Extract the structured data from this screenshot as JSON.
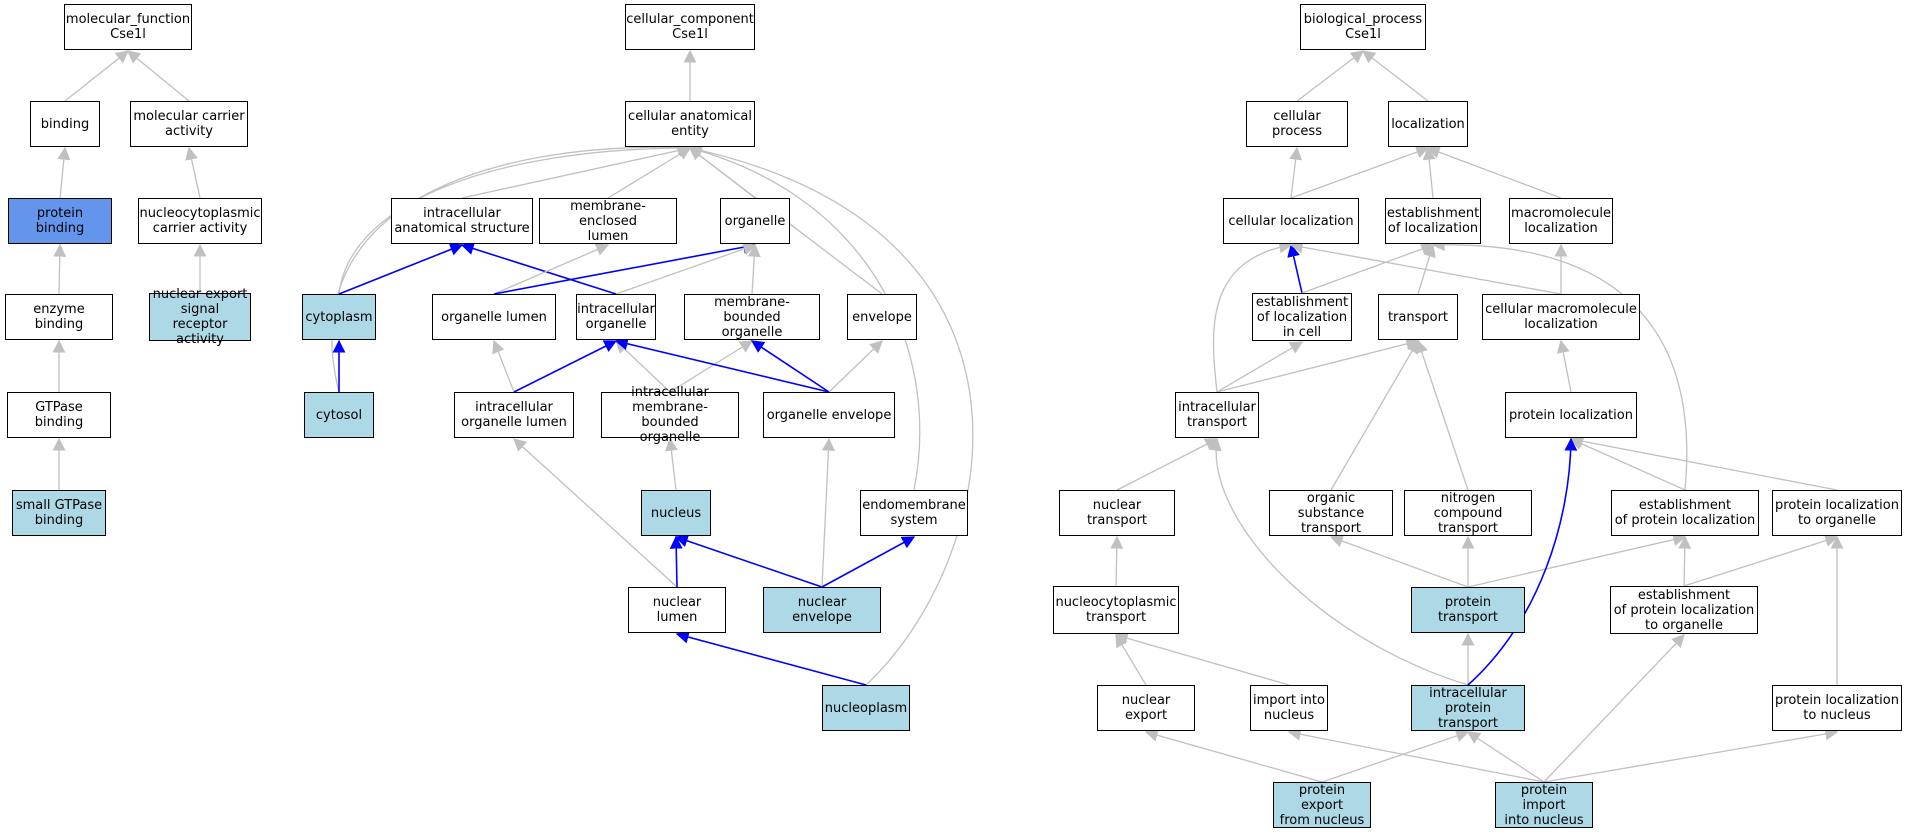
{
  "colors": {
    "default_fill": "#ffffff",
    "highlight_fill": "#add8e6",
    "selected_fill": "#6495ed",
    "edge_gray": "#c0c0c0",
    "edge_blue": "#0000ff"
  },
  "nodes": [
    {
      "id": "mf",
      "label": "molecular_function\nCse1l",
      "fill": "white"
    },
    {
      "id": "binding",
      "label": "binding",
      "fill": "white"
    },
    {
      "id": "mca",
      "label": "molecular carrier\nactivity",
      "fill": "white"
    },
    {
      "id": "pb",
      "label": "protein binding",
      "fill": "selected"
    },
    {
      "id": "nca",
      "label": "nucleocytoplasmic\ncarrier activity",
      "fill": "white"
    },
    {
      "id": "eb",
      "label": "enzyme binding",
      "fill": "white"
    },
    {
      "id": "nes",
      "label": "nuclear export\nsignal receptor\nactivity",
      "fill": "highlight"
    },
    {
      "id": "gb",
      "label": "GTPase binding",
      "fill": "white"
    },
    {
      "id": "sgb",
      "label": "small GTPase\nbinding",
      "fill": "highlight"
    },
    {
      "id": "cc",
      "label": "cellular_component\nCse1l",
      "fill": "white"
    },
    {
      "id": "cae",
      "label": "cellular anatomical\nentity",
      "fill": "white"
    },
    {
      "id": "ias",
      "label": "intracellular\nanatomical structure",
      "fill": "white"
    },
    {
      "id": "mel",
      "label": "membrane-enclosed\nlumen",
      "fill": "white"
    },
    {
      "id": "org",
      "label": "organelle",
      "fill": "white"
    },
    {
      "id": "cyto",
      "label": "cytoplasm",
      "fill": "highlight"
    },
    {
      "id": "ol",
      "label": "organelle lumen",
      "fill": "white"
    },
    {
      "id": "io",
      "label": "intracellular\norganelle",
      "fill": "white"
    },
    {
      "id": "mbo",
      "label": "membrane-bounded\norganelle",
      "fill": "white"
    },
    {
      "id": "env",
      "label": "envelope",
      "fill": "white"
    },
    {
      "id": "cytosol",
      "label": "cytosol",
      "fill": "highlight"
    },
    {
      "id": "iol",
      "label": "intracellular\norganelle lumen",
      "fill": "white"
    },
    {
      "id": "imbo",
      "label": "intracellular\nmembrane-bounded\norganelle",
      "fill": "white"
    },
    {
      "id": "oe",
      "label": "organelle envelope",
      "fill": "white"
    },
    {
      "id": "nuc",
      "label": "nucleus",
      "fill": "highlight"
    },
    {
      "id": "ems",
      "label": "endomembrane\nsystem",
      "fill": "white"
    },
    {
      "id": "nl",
      "label": "nuclear lumen",
      "fill": "white"
    },
    {
      "id": "ne",
      "label": "nuclear envelope",
      "fill": "highlight"
    },
    {
      "id": "np",
      "label": "nucleoplasm",
      "fill": "highlight"
    },
    {
      "id": "bp",
      "label": "biological_process\nCse1l",
      "fill": "white"
    },
    {
      "id": "cp",
      "label": "cellular process",
      "fill": "white"
    },
    {
      "id": "loc",
      "label": "localization",
      "fill": "white"
    },
    {
      "id": "cl",
      "label": "cellular localization",
      "fill": "white"
    },
    {
      "id": "eol",
      "label": "establishment\nof localization",
      "fill": "white"
    },
    {
      "id": "mml",
      "label": "macromolecule\nlocalization",
      "fill": "white"
    },
    {
      "id": "elc",
      "label": "establishment\nof localization\nin cell",
      "fill": "white"
    },
    {
      "id": "tr",
      "label": "transport",
      "fill": "white"
    },
    {
      "id": "cml",
      "label": "cellular macromolecule\nlocalization",
      "fill": "white"
    },
    {
      "id": "it",
      "label": "intracellular\ntransport",
      "fill": "white"
    },
    {
      "id": "pl",
      "label": "protein localization",
      "fill": "white"
    },
    {
      "id": "nt",
      "label": "nuclear transport",
      "fill": "white"
    },
    {
      "id": "ost",
      "label": "organic substance\ntransport",
      "fill": "white"
    },
    {
      "id": "nct",
      "label": "nitrogen compound\ntransport",
      "fill": "white"
    },
    {
      "id": "epl",
      "label": "establishment\nof protein localization",
      "fill": "white"
    },
    {
      "id": "plo",
      "label": "protein localization\nto organelle",
      "fill": "white"
    },
    {
      "id": "ncyt",
      "label": "nucleocytoplasmic\ntransport",
      "fill": "white"
    },
    {
      "id": "pt",
      "label": "protein transport",
      "fill": "highlight"
    },
    {
      "id": "eplo",
      "label": "establishment\nof protein localization\nto organelle",
      "fill": "white"
    },
    {
      "id": "nex",
      "label": "nuclear export",
      "fill": "white"
    },
    {
      "id": "iin",
      "label": "import into\nnucleus",
      "fill": "white"
    },
    {
      "id": "ipt",
      "label": "intracellular\nprotein transport",
      "fill": "highlight"
    },
    {
      "id": "pln",
      "label": "protein localization\nto nucleus",
      "fill": "white"
    },
    {
      "id": "pen",
      "label": "protein export\nfrom nucleus",
      "fill": "highlight"
    },
    {
      "id": "pin",
      "label": "protein import\ninto nucleus",
      "fill": "highlight"
    }
  ],
  "edges": [
    {
      "from": "binding",
      "to": "mf",
      "color": "gray"
    },
    {
      "from": "mca",
      "to": "mf",
      "color": "gray"
    },
    {
      "from": "pb",
      "to": "binding",
      "color": "gray"
    },
    {
      "from": "nca",
      "to": "mca",
      "color": "gray"
    },
    {
      "from": "eb",
      "to": "pb",
      "color": "gray"
    },
    {
      "from": "nes",
      "to": "nca",
      "color": "gray"
    },
    {
      "from": "gb",
      "to": "eb",
      "color": "gray"
    },
    {
      "from": "sgb",
      "to": "gb",
      "color": "gray"
    },
    {
      "from": "cae",
      "to": "cc",
      "color": "gray"
    },
    {
      "from": "ias",
      "to": "cae",
      "color": "gray"
    },
    {
      "from": "mel",
      "to": "cae",
      "color": "gray"
    },
    {
      "from": "org",
      "to": "cae",
      "color": "gray"
    },
    {
      "from": "cyto",
      "to": "cae",
      "color": "gray"
    },
    {
      "from": "cytosol",
      "to": "cae",
      "color": "gray"
    },
    {
      "from": "env",
      "to": "cae",
      "color": "gray"
    },
    {
      "from": "ems",
      "to": "cae",
      "color": "gray"
    },
    {
      "from": "np",
      "to": "cae",
      "color": "gray"
    },
    {
      "from": "cyto",
      "to": "ias",
      "color": "blue"
    },
    {
      "from": "io",
      "to": "ias",
      "color": "blue"
    },
    {
      "from": "ol",
      "to": "mel",
      "color": "gray"
    },
    {
      "from": "ol",
      "to": "org",
      "color": "blue"
    },
    {
      "from": "io",
      "to": "org",
      "color": "gray"
    },
    {
      "from": "mbo",
      "to": "org",
      "color": "gray"
    },
    {
      "from": "cytosol",
      "to": "cyto",
      "color": "blue"
    },
    {
      "from": "iol",
      "to": "ol",
      "color": "gray"
    },
    {
      "from": "iol",
      "to": "io",
      "color": "blue"
    },
    {
      "from": "imbo",
      "to": "io",
      "color": "gray"
    },
    {
      "from": "imbo",
      "to": "mbo",
      "color": "gray"
    },
    {
      "from": "oe",
      "to": "io",
      "color": "blue"
    },
    {
      "from": "oe",
      "to": "mbo",
      "color": "blue"
    },
    {
      "from": "oe",
      "to": "env",
      "color": "gray"
    },
    {
      "from": "nuc",
      "to": "imbo",
      "color": "gray"
    },
    {
      "from": "nl",
      "to": "iol",
      "color": "gray"
    },
    {
      "from": "nl",
      "to": "nuc",
      "color": "blue"
    },
    {
      "from": "ne",
      "to": "nuc",
      "color": "blue"
    },
    {
      "from": "ne",
      "to": "oe",
      "color": "gray"
    },
    {
      "from": "ne",
      "to": "ems",
      "color": "blue"
    },
    {
      "from": "np",
      "to": "nl",
      "color": "blue"
    },
    {
      "from": "cp",
      "to": "bp",
      "color": "gray"
    },
    {
      "from": "loc",
      "to": "bp",
      "color": "gray"
    },
    {
      "from": "cl",
      "to": "cp",
      "color": "gray"
    },
    {
      "from": "cl",
      "to": "loc",
      "color": "gray"
    },
    {
      "from": "eol",
      "to": "loc",
      "color": "gray"
    },
    {
      "from": "mml",
      "to": "loc",
      "color": "gray"
    },
    {
      "from": "elc",
      "to": "cl",
      "color": "blue"
    },
    {
      "from": "elc",
      "to": "eol",
      "color": "gray"
    },
    {
      "from": "tr",
      "to": "eol",
      "color": "gray"
    },
    {
      "from": "cml",
      "to": "cl",
      "color": "gray"
    },
    {
      "from": "cml",
      "to": "mml",
      "color": "gray"
    },
    {
      "from": "it",
      "to": "cl",
      "color": "gray"
    },
    {
      "from": "it",
      "to": "elc",
      "color": "gray"
    },
    {
      "from": "it",
      "to": "tr",
      "color": "gray"
    },
    {
      "from": "pl",
      "to": "cml",
      "color": "gray"
    },
    {
      "from": "nt",
      "to": "it",
      "color": "gray"
    },
    {
      "from": "ost",
      "to": "tr",
      "color": "gray"
    },
    {
      "from": "nct",
      "to": "tr",
      "color": "gray"
    },
    {
      "from": "epl",
      "to": "pl",
      "color": "gray"
    },
    {
      "from": "epl",
      "to": "eol",
      "color": "gray"
    },
    {
      "from": "plo",
      "to": "pl",
      "color": "gray"
    },
    {
      "from": "ncyt",
      "to": "nt",
      "color": "gray"
    },
    {
      "from": "pt",
      "to": "ost",
      "color": "gray"
    },
    {
      "from": "pt",
      "to": "nct",
      "color": "gray"
    },
    {
      "from": "pt",
      "to": "epl",
      "color": "gray"
    },
    {
      "from": "eplo",
      "to": "epl",
      "color": "gray"
    },
    {
      "from": "eplo",
      "to": "plo",
      "color": "gray"
    },
    {
      "from": "nex",
      "to": "ncyt",
      "color": "gray"
    },
    {
      "from": "iin",
      "to": "ncyt",
      "color": "gray"
    },
    {
      "from": "ipt",
      "to": "pt",
      "color": "gray"
    },
    {
      "from": "ipt",
      "to": "it",
      "color": "gray"
    },
    {
      "from": "ipt",
      "to": "pl",
      "color": "blue"
    },
    {
      "from": "pln",
      "to": "plo",
      "color": "gray"
    },
    {
      "from": "pen",
      "to": "nex",
      "color": "gray"
    },
    {
      "from": "pen",
      "to": "ipt",
      "color": "gray"
    },
    {
      "from": "pin",
      "to": "iin",
      "color": "gray"
    },
    {
      "from": "pin",
      "to": "ipt",
      "color": "gray"
    },
    {
      "from": "pin",
      "to": "eplo",
      "color": "gray"
    },
    {
      "from": "pin",
      "to": "pln",
      "color": "gray"
    }
  ]
}
